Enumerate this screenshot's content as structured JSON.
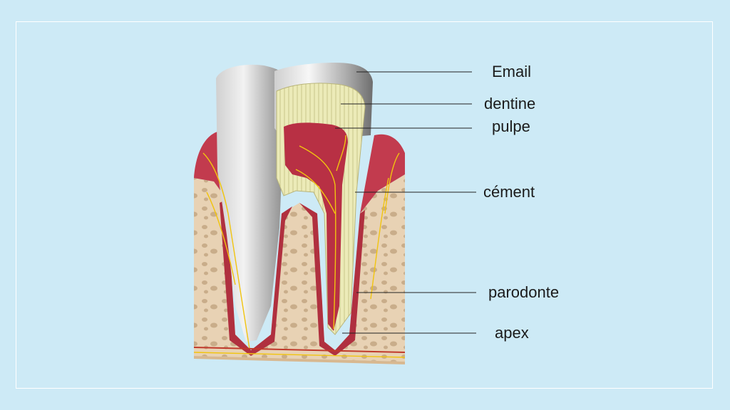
{
  "colors": {
    "background": "#cdeaf6",
    "frame": "#ffffff",
    "bone": "#e8d2b4",
    "gum": "#c23b4e",
    "dentine": "#ecebb8",
    "pulp": "#b83044",
    "enamel": "#e9e9e9",
    "nerve": "#f1c40f",
    "leader": "#222222"
  },
  "labels": {
    "email": "Email",
    "dentine": "dentine",
    "pulpe": "pulpe",
    "cement": "cément",
    "parodonte": "parodonte",
    "apex": "apex"
  }
}
